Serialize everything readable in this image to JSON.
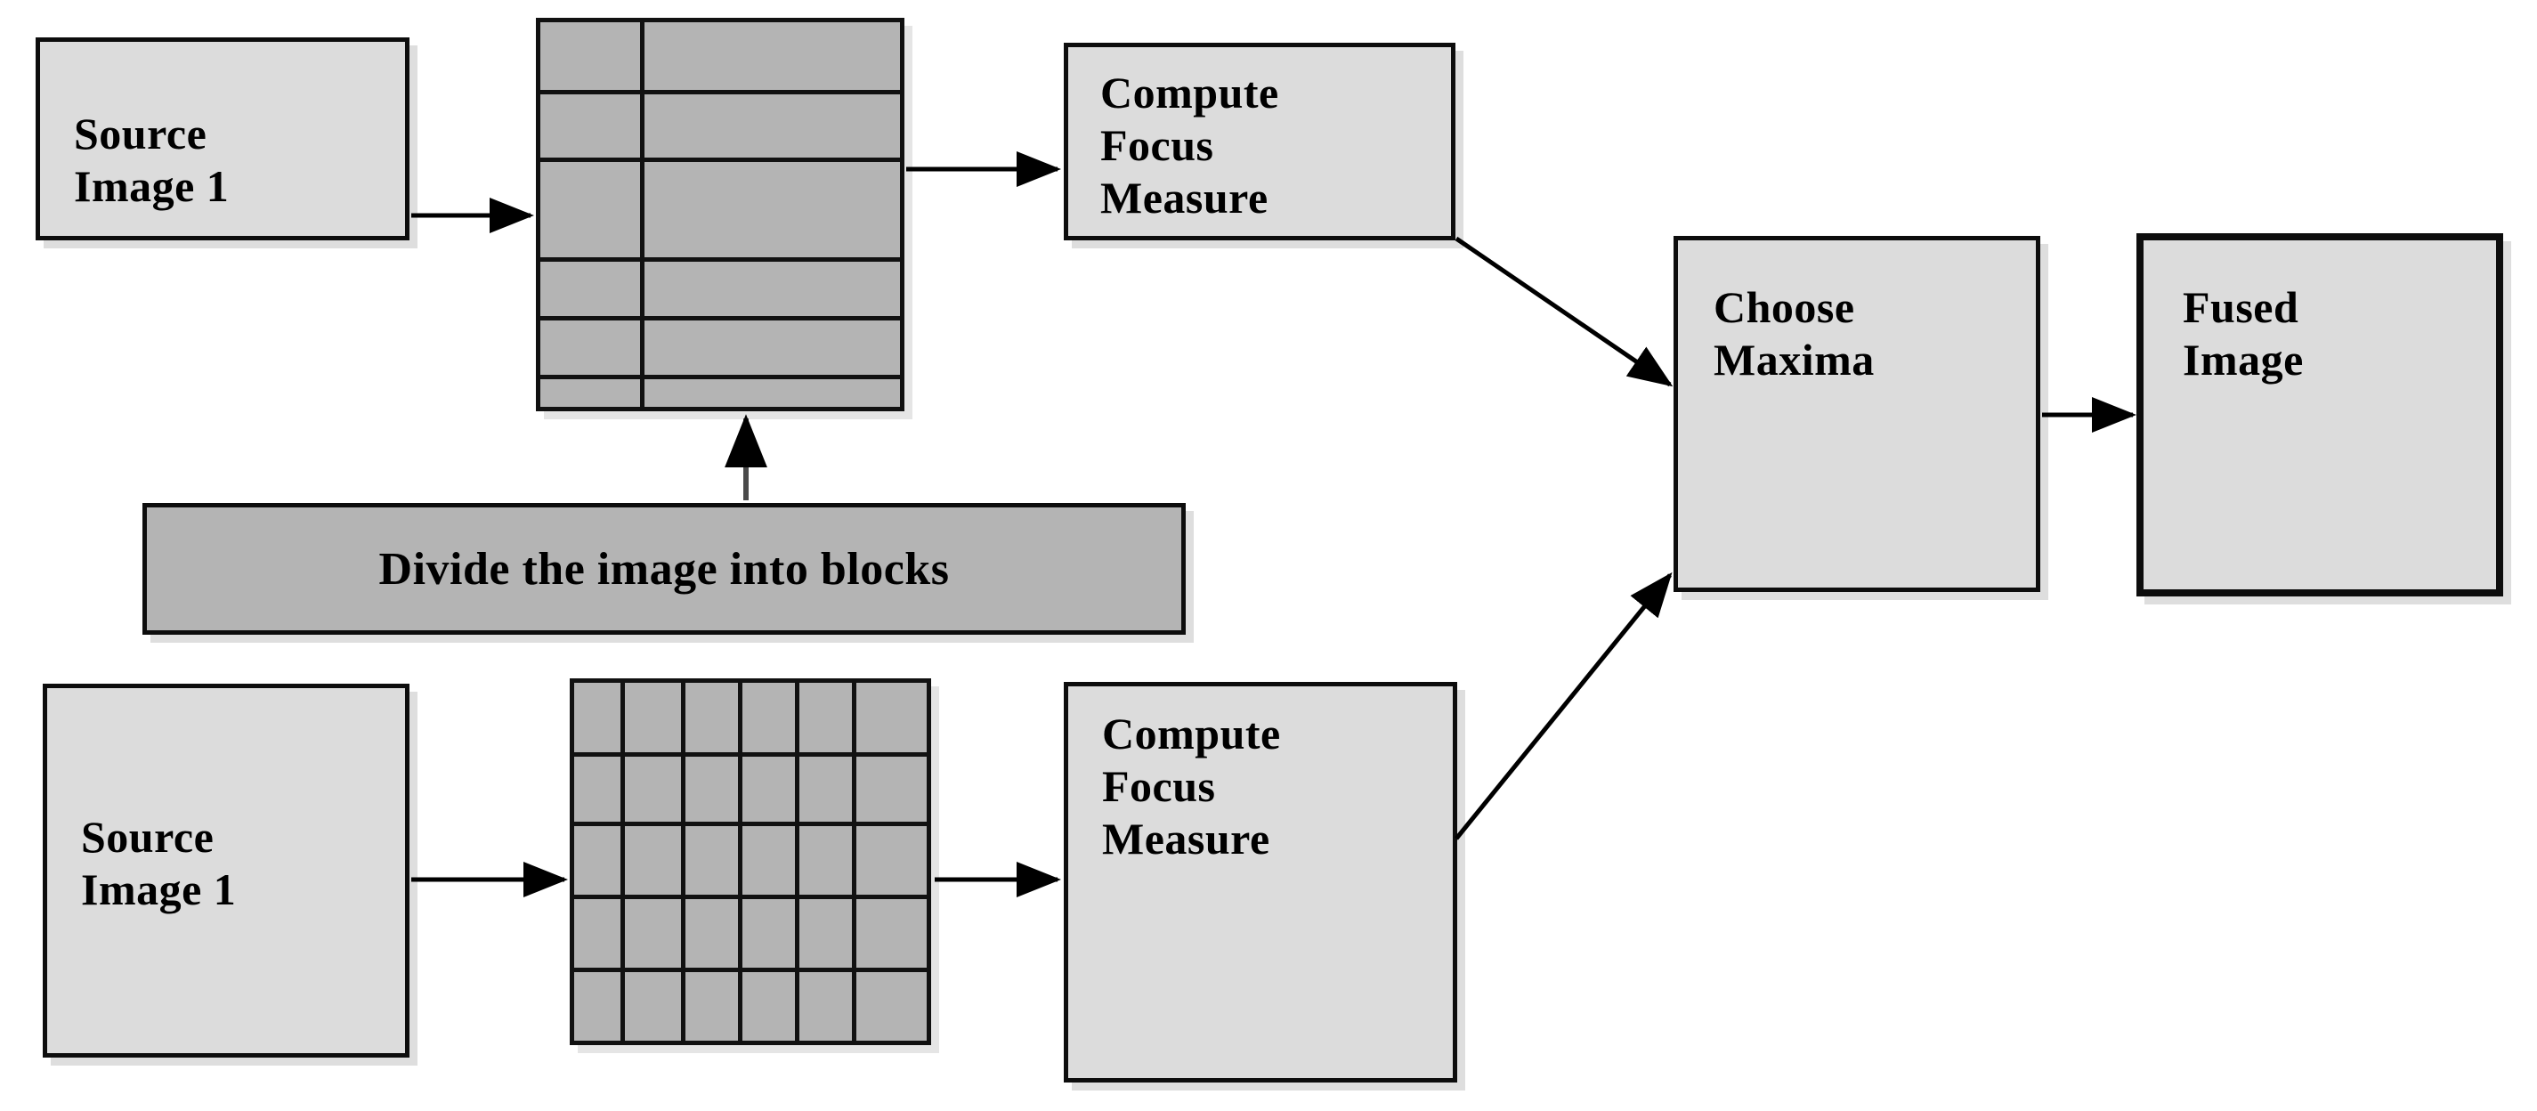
{
  "diagram": {
    "title": "Block-based multi-focus image fusion flow",
    "colors": {
      "box_fill": "#dcdcdc",
      "grid_fill": "#b4b4b4",
      "banner_fill": "#b4b4b4",
      "stroke": "#0d0d0d",
      "page_bg": "#ffffff"
    },
    "nodes": {
      "source_image_top": {
        "label": "Source\nImage 1"
      },
      "source_image_bottom": {
        "label": "Source\nImage 1"
      },
      "compute_focus_measure_top": {
        "label": "Compute\nFocus\nMeasure"
      },
      "compute_focus_measure_bottom": {
        "label": "Compute\nFocus\nMeasure"
      },
      "choose_maxima": {
        "label": "Choose\nMaxima"
      },
      "fused_image": {
        "label": "Fused\nImage"
      },
      "divide_blocks": {
        "label": "Divide the image into blocks"
      },
      "block_grid_top": {
        "label": "",
        "rows": 6,
        "columns": 2
      },
      "block_grid_bottom": {
        "label": "",
        "rows": 5,
        "columns": 6
      }
    },
    "edges": [
      {
        "from": "source_image_top",
        "to": "block_grid_top",
        "style": "straight-arrow"
      },
      {
        "from": "block_grid_top",
        "to": "compute_focus_measure_top",
        "style": "straight-arrow"
      },
      {
        "from": "compute_focus_measure_top",
        "to": "choose_maxima",
        "style": "diagonal-arrow"
      },
      {
        "from": "divide_blocks",
        "to": "block_grid_top",
        "style": "vertical-arrow"
      },
      {
        "from": "source_image_bottom",
        "to": "block_grid_bottom",
        "style": "straight-arrow"
      },
      {
        "from": "block_grid_bottom",
        "to": "compute_focus_measure_bottom",
        "style": "straight-arrow"
      },
      {
        "from": "compute_focus_measure_bottom",
        "to": "choose_maxima",
        "style": "diagonal-arrow"
      },
      {
        "from": "choose_maxima",
        "to": "fused_image",
        "style": "straight-arrow"
      }
    ]
  }
}
